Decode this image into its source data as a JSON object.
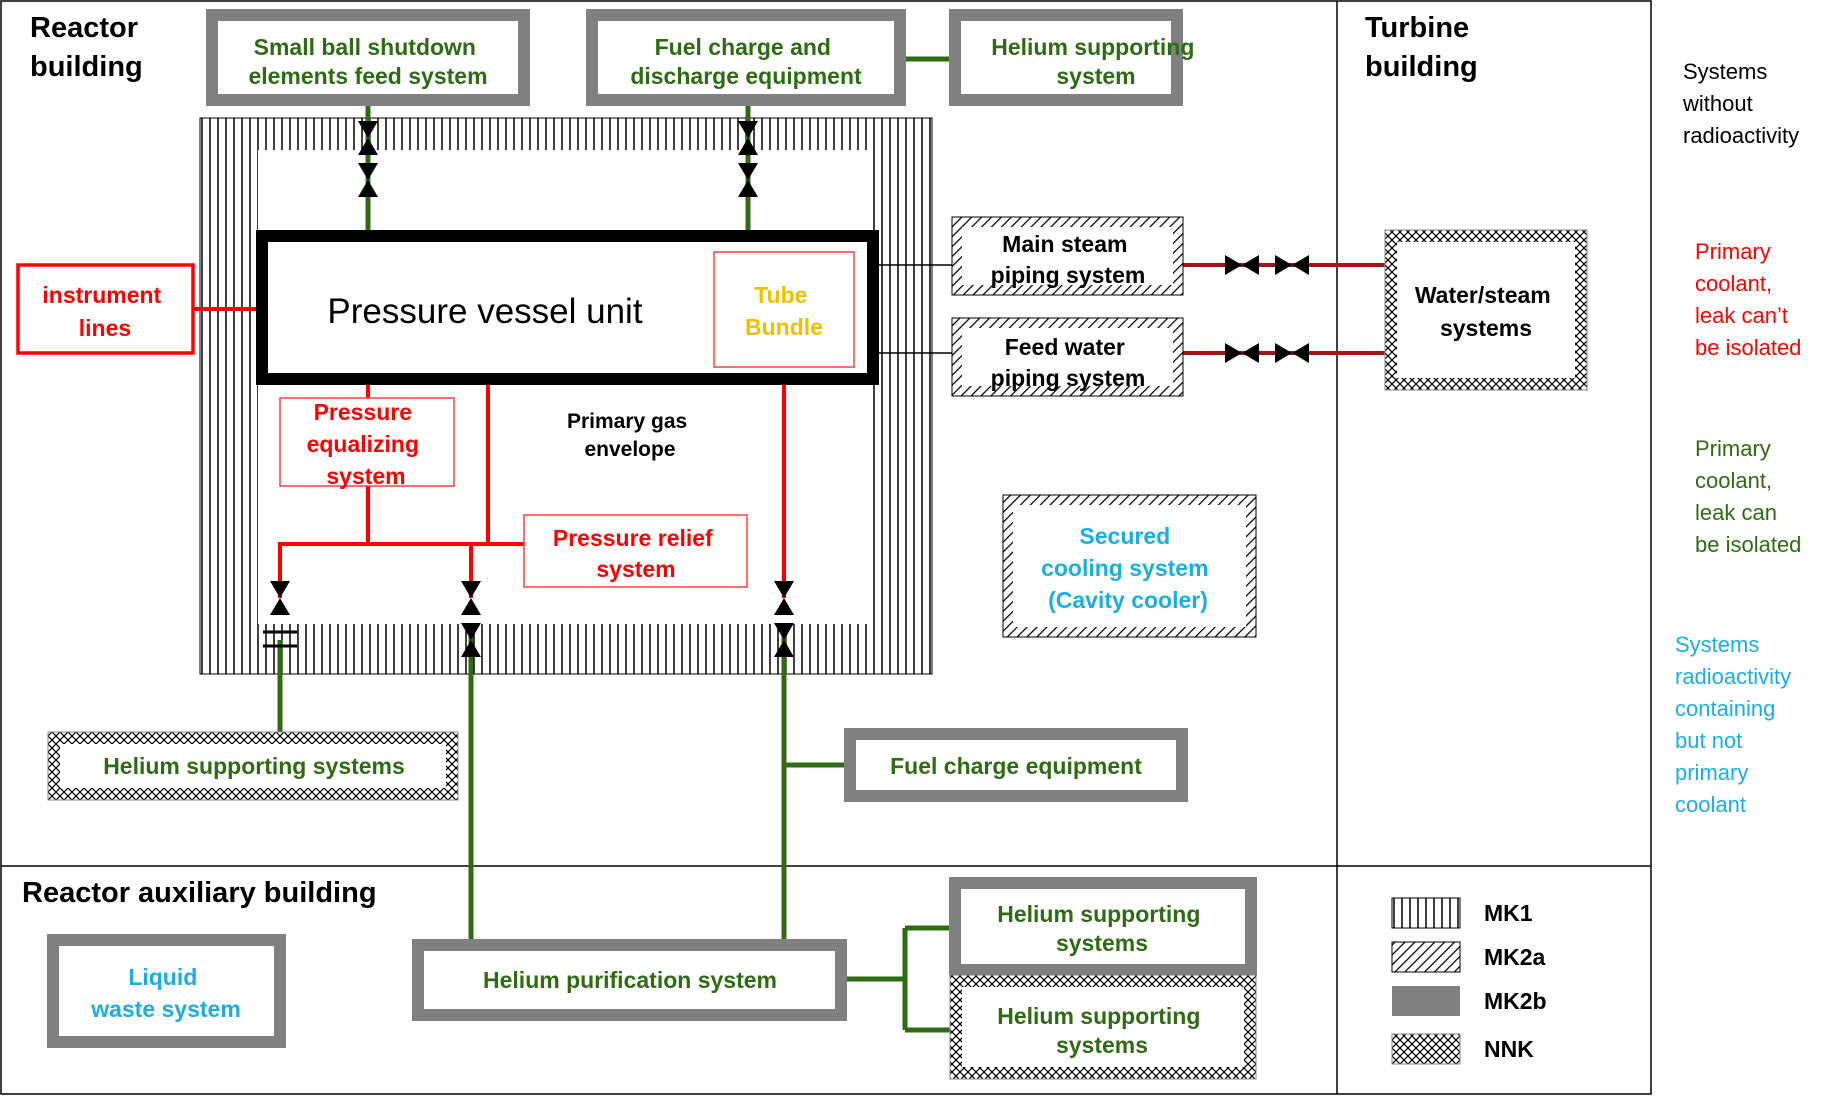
{
  "colors": {
    "green": "#2e6b14",
    "red": "#ff0000",
    "cyan": "#1aaee5",
    "yellow": "#f0c000",
    "gray": "#808080",
    "black": "#000000"
  },
  "buildings": {
    "reactor": [
      "Reactor",
      "building"
    ],
    "turbine": [
      "Turbine",
      "building"
    ],
    "auxiliary": "Reactor auxiliary building"
  },
  "systems": {
    "small_ball": [
      "Small ball shutdown",
      "elements feed system"
    ],
    "fuel_charge_discharge": [
      "Fuel charge and",
      "discharge equipment"
    ],
    "helium_supporting_top": [
      "Helium supporting",
      "system"
    ],
    "main_steam": [
      "Main steam",
      "piping system"
    ],
    "feed_water": [
      "Feed water",
      "piping system"
    ],
    "water_steam": [
      "Water/steam",
      "systems"
    ],
    "instrument_lines": [
      "instrument",
      "lines"
    ],
    "pressure_vessel": "Pressure vessel unit",
    "tube_bundle": [
      "Tube",
      "Bundle"
    ],
    "pressure_equalizing": [
      "Pressure",
      "equalizing",
      "system"
    ],
    "primary_gas_envelope": [
      "Primary gas",
      "envelope"
    ],
    "pressure_relief": [
      "Pressure relief",
      "system"
    ],
    "secured_cooling": [
      "Secured",
      "cooling system",
      "(Cavity cooler)"
    ],
    "helium_supporting_left": "Helium supporting systems",
    "fuel_charge": "Fuel charge equipment",
    "liquid_waste": [
      "Liquid",
      "waste system"
    ],
    "helium_purification": "Helium purification system",
    "helium_supporting_aux1": [
      "Helium supporting",
      "systems"
    ],
    "helium_supporting_aux2": [
      "Helium supporting",
      "systems"
    ]
  },
  "side_legend": {
    "no_radioactivity": [
      "Systems",
      "without",
      "radioactivity"
    ],
    "primary_not_isolated": [
      "Primary",
      "coolant,",
      "leak can’t",
      "be isolated"
    ],
    "primary_isolated": [
      "Primary",
      "coolant,",
      "leak can",
      "be isolated"
    ],
    "radioactive_not_primary": [
      "Systems",
      "radioactivity",
      "containing",
      "but not",
      "primary",
      "coolant"
    ]
  },
  "legend": [
    {
      "label": "MK1",
      "pattern": "vertical-hatch"
    },
    {
      "label": "MK2a",
      "pattern": "diagonal-hatch"
    },
    {
      "label": "MK2b",
      "pattern": "solid-gray"
    },
    {
      "label": "NNK",
      "pattern": "cross-hatch"
    }
  ]
}
